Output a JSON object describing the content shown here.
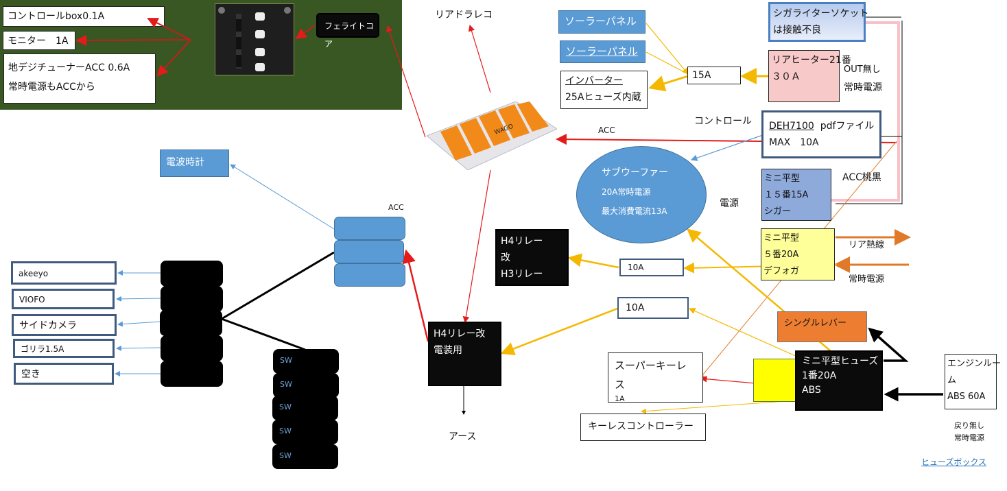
{
  "colors": {
    "green_panel": "#385723",
    "blue_fill": "#5b9bd5",
    "pink_fill": "#f8c9c9",
    "yellow_fill": "#ffff99",
    "orange_fill": "#ed7d31",
    "wire_red": "#e31b1b",
    "wire_yellow": "#f5b800",
    "wire_blue": "#5b9bd5",
    "wire_pink": "#f8c0c8",
    "link_blue": "#1f6fb5"
  },
  "top_left_panel": {
    "control_box": "コントロールbox0.1A",
    "monitor": "モニター　1A",
    "tuner_line1": "地デジチューナーACC 0.6A",
    "tuner_line2": "常時電源もACCから",
    "ferrite": "フェライトコア"
  },
  "labels": {
    "rear_dashcam": "リアドラレコ",
    "acc_top": "ACC",
    "control": "コントロール",
    "power": "電源",
    "acc_pink_black": "ACC桃黒",
    "rear_heat_wire": "リア熱線",
    "always_on": "常時電源",
    "out_none": "OUT無し",
    "always_on_2": "常時電源",
    "earth": "アース",
    "acc_hub": "ACC",
    "no_return_1": "戻り無し",
    "no_return_2": "常時電源",
    "fuse_box_link": "ヒューズボックス"
  },
  "solar": {
    "panel1": "ソーラーパネル",
    "panel2": "ソーラーパネル",
    "inverter_line1": "インバーター",
    "inverter_line2": "25Aヒューズ内蔵",
    "fuse_15a": "15A"
  },
  "right_column": {
    "cigar_line1": "シガライターソケット",
    "cigar_line2": "は接触不良",
    "rear_heater_line1": "リアヒーター21番",
    "rear_heater_line2": "３０Ａ",
    "deh_line1_link": "DEH7100",
    "deh_line1_rest": "pdfファイル",
    "deh_line2": "MAX　10A",
    "mini15_line1": "ミニ平型",
    "mini15_line2": "１５番15A",
    "mini15_line3": "シガー",
    "mini5_line1": "ミニ平型",
    "mini5_line2": "５番20A",
    "mini5_line3": "デフォガ"
  },
  "subwoofer": {
    "line1": "サブウーファー",
    "line2": "20A常時電源",
    "line3": "最大消費電流13A"
  },
  "relays": {
    "h4_h3_line1": "H4リレー",
    "h4_h3_line2": "改",
    "h4_h3_line3": "H3リレー",
    "fuse_10a_top": "10A",
    "fuse_10a_bottom": "10A",
    "h4_elec_line1": "H4リレー改",
    "h4_elec_line2": "電装用"
  },
  "bottom_right": {
    "single_lever": "シングルレバー",
    "super_keyless_line1": "スーパーキーレス",
    "super_keyless_line2": "1A",
    "keyless_controller": "キーレスコントローラー",
    "mini_fuse_line1": "ミニ平型ヒューズ",
    "mini_fuse_line2": "1番20A",
    "mini_fuse_line3": "ABS",
    "engine_line1": "エンジンルー",
    "engine_line2": "ム",
    "engine_line3": "ABS 60A"
  },
  "left_side": {
    "radio_clock": "電波時計",
    "devices": [
      "akeeyo",
      "VIOFO",
      "サイドカメラ",
      "ゴリラ1.5A",
      "空き"
    ],
    "switches": [
      "SW",
      "SW",
      "SW",
      "SW",
      "SW"
    ]
  }
}
